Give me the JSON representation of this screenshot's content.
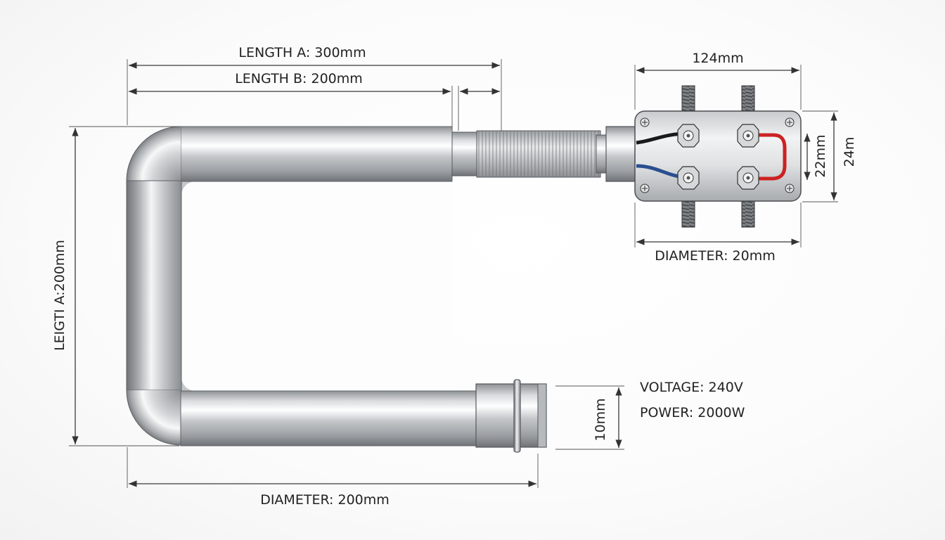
{
  "dimensions": {
    "length_a": "LENGTH A: 300mm",
    "length_b": "LENGTH B: 200mm",
    "box_width": "124mm",
    "box_height_inner": "22mm",
    "box_height_outer": "24m",
    "box_diameter": "DIAMETER: 20mm",
    "vertical_length": "LEIGTI A:200mm",
    "bottom_diameter": "DIAMETER: 200mm",
    "sleeve_height": "10mm"
  },
  "specs": {
    "voltage": "VOLTAGE: 240V",
    "power": "POWER: 2000W"
  },
  "colors": {
    "wire_black": "#1a1a1a",
    "wire_blue": "#2a4f8f",
    "wire_red": "#cc2222"
  }
}
